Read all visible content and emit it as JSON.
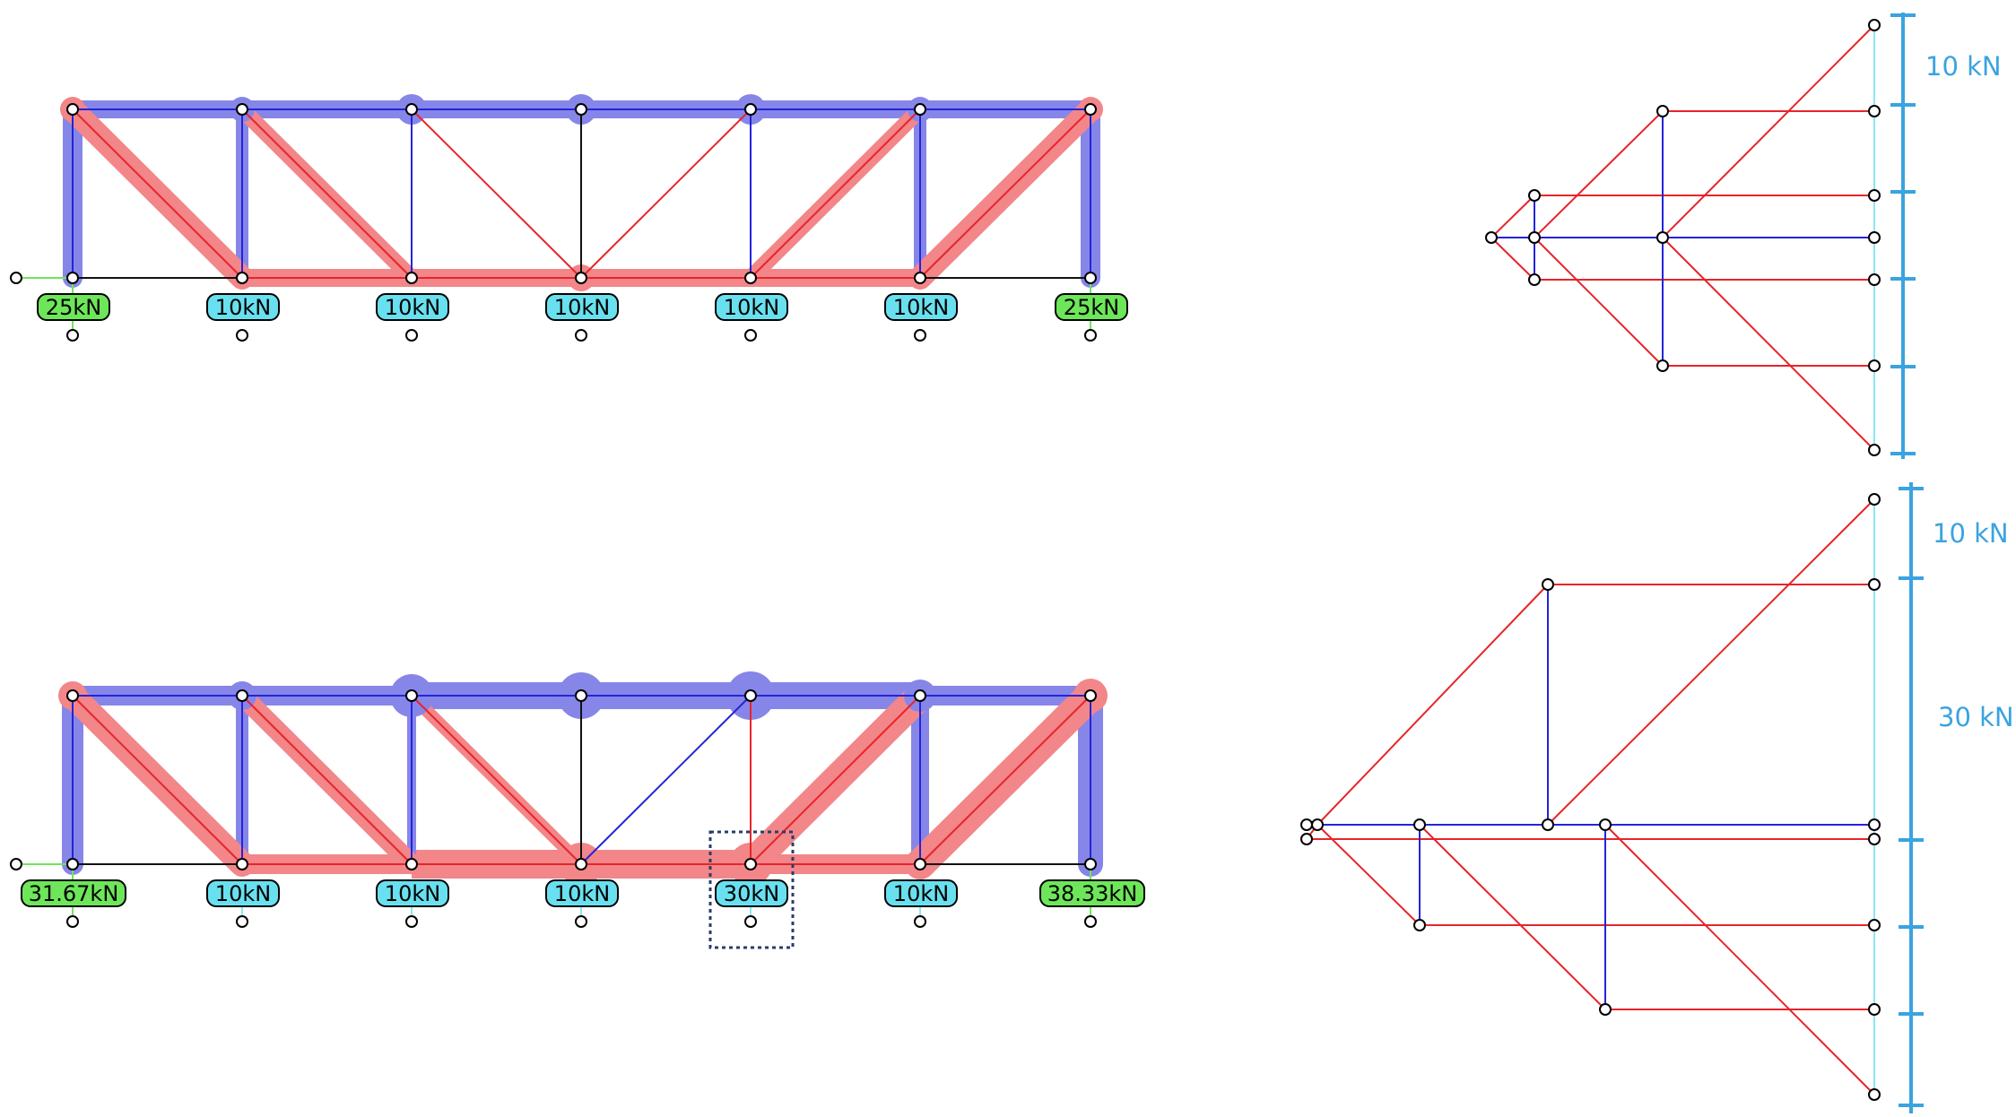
{
  "colors": {
    "tension": "#e8242a",
    "compression": "#2424d8",
    "zero": "#111111",
    "tension_band": "#f08a8c",
    "compression_band": "#8a8ae8",
    "load_label_fill": "#69e0ef",
    "reaction_label_fill": "#6ee65a",
    "scale": "#3aa3e0",
    "load_line": "#8ae8ef",
    "selection_box": "#2a3d6b"
  },
  "truss_1": {
    "loads": [
      "10kN",
      "10kN",
      "10kN",
      "10kN",
      "10kN"
    ],
    "reactions": [
      "25kN",
      "25kN"
    ]
  },
  "truss_2": {
    "loads": [
      "10kN",
      "10kN",
      "10kN",
      "30kN",
      "10kN"
    ],
    "reactions": [
      "31.67kN",
      "38.33kN"
    ],
    "selected_load": "30kN"
  },
  "force_diagram_1": {
    "scale_label": "10 kN"
  },
  "force_diagram_2": {
    "scale_labels": [
      "10 kN",
      "30 kN"
    ]
  }
}
